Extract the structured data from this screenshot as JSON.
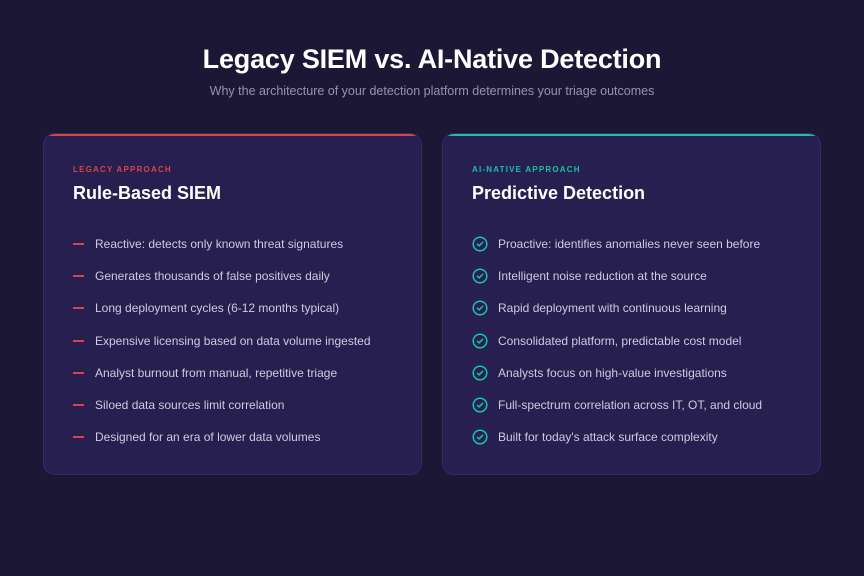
{
  "header": {
    "title": "Legacy SIEM vs. AI-Native Detection",
    "subtitle": "Why the architecture of your detection platform determines your triage outcomes"
  },
  "colors": {
    "background": "#1b1735",
    "card": "#271f4f",
    "legacy_accent": "#d9434c",
    "ai_accent": "#19c2a5"
  },
  "legacy": {
    "eyebrow": "LEGACY APPROACH",
    "title": "Rule-Based SIEM",
    "icon": "dash-icon",
    "items": [
      "Reactive: detects only known threat signatures",
      "Generates thousands of false positives daily",
      "Long deployment cycles (6-12 months typical)",
      "Expensive licensing based on data volume ingested",
      "Analyst burnout from manual, repetitive triage",
      "Siloed data sources limit correlation",
      "Designed for an era of lower data volumes"
    ]
  },
  "ai_native": {
    "eyebrow": "AI-NATIVE APPROACH",
    "title": "Predictive Detection",
    "icon": "check-circle-icon",
    "items": [
      "Proactive: identifies anomalies never seen before",
      "Intelligent noise reduction at the source",
      "Rapid deployment with continuous learning",
      "Consolidated platform, predictable cost model",
      "Analysts focus on high-value investigations",
      "Full-spectrum correlation across IT, OT, and cloud",
      "Built for today's attack surface complexity"
    ]
  }
}
